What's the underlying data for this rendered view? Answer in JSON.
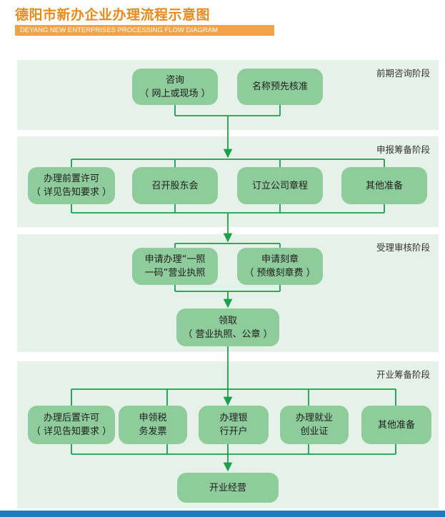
{
  "header": {
    "title": "德阳市新办企业办理流程示意图",
    "subtitle": "DEYANG NEW ENTERPRISES PROCESSING FLOW DIAGRAM"
  },
  "stages": [
    {
      "label": "前期咨询阶段",
      "boxes": [
        {
          "lines": [
            "咨询",
            "（ 网上或现场 ）"
          ]
        },
        {
          "lines": [
            "名称预先核准"
          ]
        }
      ]
    },
    {
      "label": "申报筹备阶段",
      "boxes": [
        {
          "lines": [
            "办理前置许可",
            "（ 详见告知要求 ）"
          ]
        },
        {
          "lines": [
            "召开股东会"
          ]
        },
        {
          "lines": [
            "订立公司章程"
          ]
        },
        {
          "lines": [
            "其他准备"
          ]
        }
      ]
    },
    {
      "label": "受理审核阶段",
      "boxes": [
        {
          "lines": [
            "申请办理“一照",
            "一码”营业执照"
          ]
        },
        {
          "lines": [
            "申请刻章",
            "（ 预缴刻章费 ）"
          ]
        },
        {
          "lines": [
            "领取",
            "（ 营业执照、公章 ）"
          ]
        }
      ]
    },
    {
      "label": "开业筹备阶段",
      "boxes": [
        {
          "lines": [
            "办理后置许可",
            "（ 详见告知要求 ）"
          ]
        },
        {
          "lines": [
            "申领税",
            "务发票"
          ]
        },
        {
          "lines": [
            "办理银",
            "行开户"
          ]
        },
        {
          "lines": [
            "办理就业",
            "创业证"
          ]
        },
        {
          "lines": [
            "其他准备"
          ]
        },
        {
          "lines": [
            "开业经营"
          ]
        }
      ]
    }
  ],
  "colors": {
    "title": "#e8891a",
    "subtitle_bar": "#f2a34a",
    "band": "#e6f1ea",
    "box": "#8fcc9c",
    "connector": "#18a04a",
    "bottom_bar": "#1f7bbf"
  }
}
